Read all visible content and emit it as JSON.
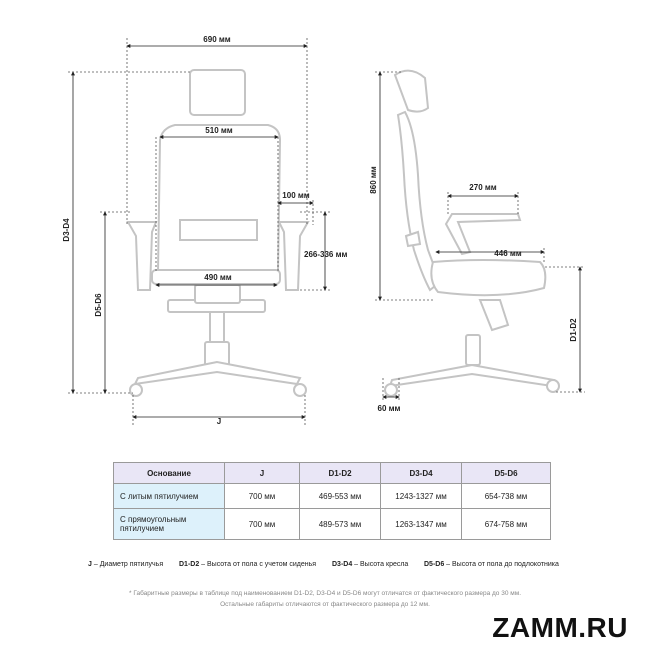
{
  "dimensions": {
    "overall_width": "690 мм",
    "back_width": "510 мм",
    "armrest_width": "100 мм",
    "armrest_height_range": "266-336 мм",
    "seat_width": "490 мм",
    "base_diameter": "J",
    "height_total": "D3-D4",
    "armrest_floor_height": "D5-D6",
    "back_height": "860 мм",
    "armrest_depth": "270 мм",
    "seat_depth": "446 мм",
    "seat_height": "D1-D2",
    "caster": "60 мм"
  },
  "table": {
    "headers": [
      "Основание",
      "J",
      "D1-D2",
      "D3-D4",
      "D5-D6"
    ],
    "rows": [
      {
        "label": "С литым пятилучием",
        "j": "700 мм",
        "d12": "469-553 мм",
        "d34": "1243-1327 мм",
        "d56": "654-738 мм"
      },
      {
        "label": "С прямоугольным пятилучием",
        "j": "700 мм",
        "d12": "489-573 мм",
        "d34": "1263-1347 мм",
        "d56": "674-758 мм"
      }
    ]
  },
  "legend": {
    "j_key": "J",
    "j_text": " – Диаметр пятилучья",
    "d12_key": "D1-D2",
    "d12_text": " – Высота от пола с учетом сиденья",
    "d34_key": "D3-D4",
    "d34_text": " – Высота кресла",
    "d56_key": "D5-D6",
    "d56_text": " – Высота от пола до подлокотника"
  },
  "footnote": {
    "line1": "* Габаритные размеры в таблице под наименованием D1-D2, D3-D4 и D5-D6 могут отличатся от фактического размера до 30 мм.",
    "line2": "Остальные габариты отличаются от фактического размера до 12 мм."
  },
  "brand": "ZAMM.RU",
  "colors": {
    "outline": "#c4c4c4",
    "accent_header": "#e9e6f6",
    "accent_label": "#ddf1fb"
  }
}
